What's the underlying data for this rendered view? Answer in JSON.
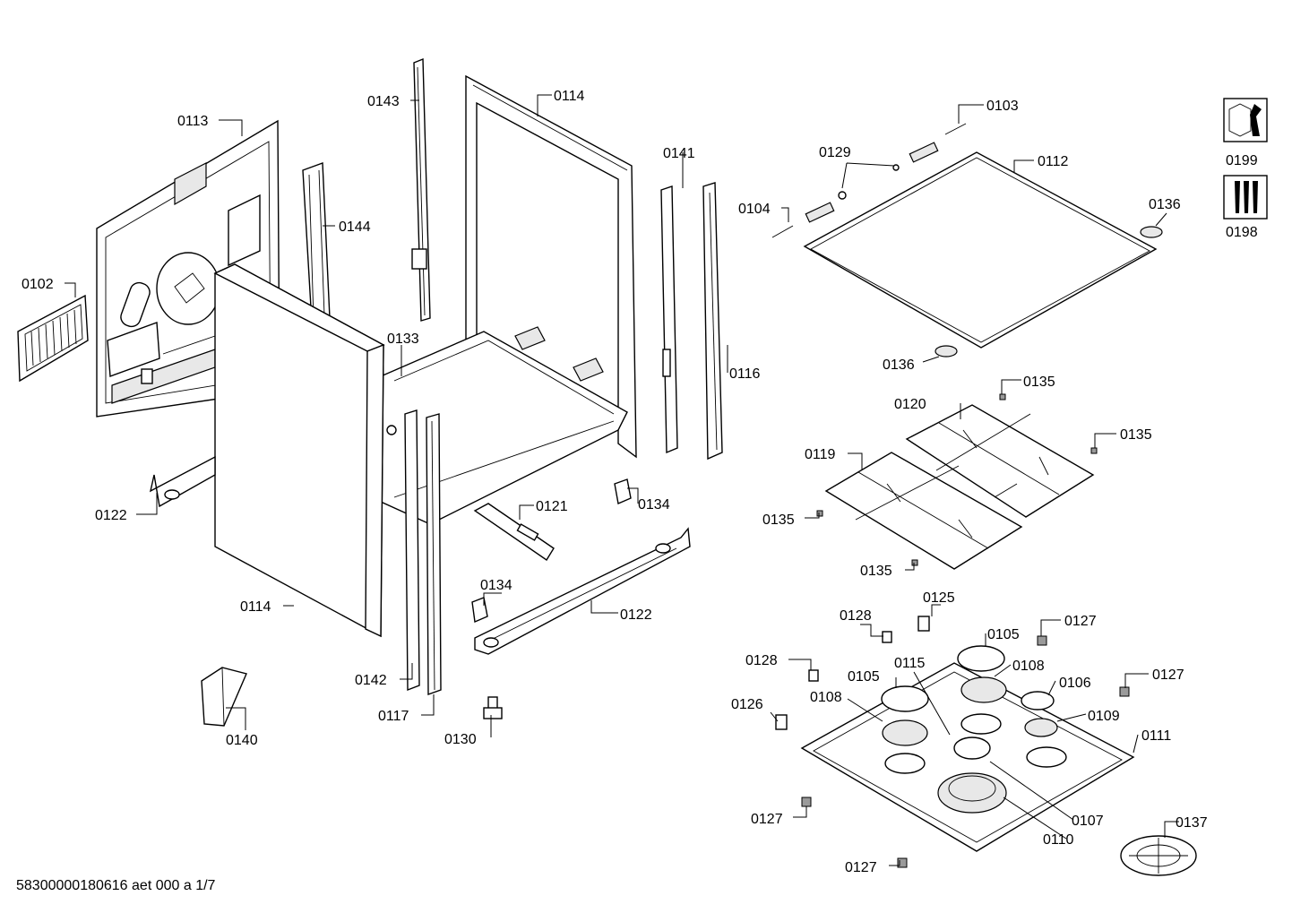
{
  "footer": {
    "code": "58300000180616 aet 000 a 1/7"
  },
  "parts": {
    "p0102": "0102",
    "p0103": "0103",
    "p0104": "0104",
    "p0105a": "0105",
    "p0105b": "0105",
    "p0106": "0106",
    "p0107": "0107",
    "p0108a": "0108",
    "p0108b": "0108",
    "p0109": "0109",
    "p0110": "0110",
    "p0111": "0111",
    "p0112": "0112",
    "p0113": "0113",
    "p0114a": "0114",
    "p0114b": "0114",
    "p0115": "0115",
    "p0116": "0116",
    "p0117": "0117",
    "p0119": "0119",
    "p0120": "0120",
    "p0121": "0121",
    "p0122a": "0122",
    "p0122b": "0122",
    "p0125": "0125",
    "p0126": "0126",
    "p0127a": "0127",
    "p0127b": "0127",
    "p0127c": "0127",
    "p0127d": "0127",
    "p0128a": "0128",
    "p0128b": "0128",
    "p0129": "0129",
    "p0130": "0130",
    "p0133": "0133",
    "p0134a": "0134",
    "p0134b": "0134",
    "p0135a": "0135",
    "p0135b": "0135",
    "p0135c": "0135",
    "p0135d": "0135",
    "p0136a": "0136",
    "p0136b": "0136",
    "p0137": "0137",
    "p0140": "0140",
    "p0141": "0141",
    "p0142": "0142",
    "p0143": "0143",
    "p0144": "0144",
    "p0198": "0198",
    "p0199": "0199"
  },
  "icons": {
    "p0199": "wrench-nut-icon",
    "p0198": "screw-set-icon"
  }
}
